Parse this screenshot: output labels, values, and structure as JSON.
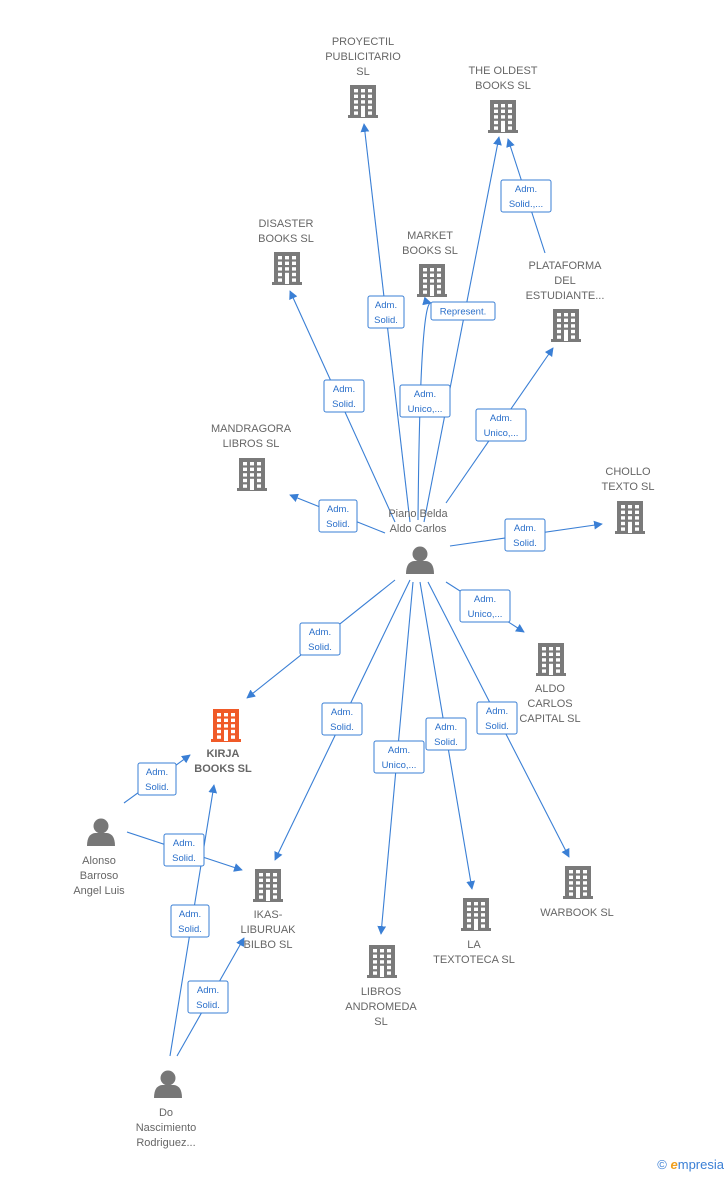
{
  "colors": {
    "company": "#7a7a7a",
    "focus": "#f05a28",
    "person": "#777777",
    "edge": "#3a7fd5"
  },
  "nodes": [
    {
      "id": "proyectil",
      "kind": "company",
      "label": [
        "PROYECTIL",
        "PUBLICITARIO",
        "SL"
      ]
    },
    {
      "id": "oldest",
      "kind": "company",
      "label": [
        "THE OLDEST",
        "BOOKS  SL"
      ]
    },
    {
      "id": "disaster",
      "kind": "company",
      "label": [
        "DISASTER",
        "BOOKS  SL"
      ]
    },
    {
      "id": "market",
      "kind": "company",
      "label": [
        "MARKET",
        "BOOKS  SL"
      ]
    },
    {
      "id": "plataforma",
      "kind": "company",
      "label": [
        "PLATAFORMA",
        "DEL",
        "ESTUDIANTE..."
      ]
    },
    {
      "id": "mandragora",
      "kind": "company",
      "label": [
        "MANDRAGORA",
        "LIBROS  SL"
      ]
    },
    {
      "id": "chollo",
      "kind": "company",
      "label": [
        "CHOLLO",
        "TEXTO  SL"
      ]
    },
    {
      "id": "piano",
      "kind": "person",
      "label": [
        "Piano Belda",
        "Aldo Carlos"
      ]
    },
    {
      "id": "aldo",
      "kind": "company",
      "label": [
        "ALDO",
        "CARLOS",
        "CAPITAL  SL"
      ]
    },
    {
      "id": "kirja",
      "kind": "focus",
      "label": [
        "KIRJA",
        "BOOKS  SL"
      ]
    },
    {
      "id": "alonso",
      "kind": "person",
      "label": [
        "Alonso",
        "Barroso",
        "Angel Luis"
      ]
    },
    {
      "id": "ikas",
      "kind": "company",
      "label": [
        "IKAS-",
        "LIBURUAK",
        "BILBO  SL"
      ]
    },
    {
      "id": "warbook",
      "kind": "company",
      "label": [
        "WARBOOK  SL"
      ]
    },
    {
      "id": "textoteca",
      "kind": "company",
      "label": [
        "LA",
        "TEXTOTECA  SL"
      ]
    },
    {
      "id": "andromeda",
      "kind": "company",
      "label": [
        "LIBROS",
        "ANDROMEDA",
        "SL"
      ]
    },
    {
      "id": "nascimiento",
      "kind": "person",
      "label": [
        "Do",
        "Nascimiento",
        "Rodriguez..."
      ]
    }
  ],
  "edges": [
    {
      "from": "piano",
      "to": "proyectil",
      "label": [
        "Adm.",
        "Solid."
      ]
    },
    {
      "from": "plataforma",
      "to": "oldest",
      "label": [
        "Adm.",
        "Solid.,..."
      ]
    },
    {
      "from": "piano",
      "to": "oldest",
      "label": [
        "Adm.",
        "Unico,..."
      ]
    },
    {
      "from": "piano",
      "to": "market",
      "label": [
        "Represent."
      ]
    },
    {
      "from": "piano",
      "to": "disaster",
      "label": [
        "Adm.",
        "Solid."
      ]
    },
    {
      "from": "piano",
      "to": "plataforma",
      "label": [
        "Adm.",
        "Unico,..."
      ]
    },
    {
      "from": "piano",
      "to": "mandragora",
      "label": [
        "Adm.",
        "Solid."
      ]
    },
    {
      "from": "piano",
      "to": "chollo",
      "label": [
        "Adm.",
        "Solid."
      ]
    },
    {
      "from": "piano",
      "to": "aldo",
      "label": [
        "Adm.",
        "Unico,..."
      ]
    },
    {
      "from": "piano",
      "to": "kirja",
      "label": [
        "Adm.",
        "Solid."
      ]
    },
    {
      "from": "piano",
      "to": "ikas",
      "label": [
        "Adm.",
        "Solid."
      ]
    },
    {
      "from": "piano",
      "to": "andromeda",
      "label": [
        "Adm.",
        "Unico,..."
      ]
    },
    {
      "from": "piano",
      "to": "textoteca",
      "label": [
        "Adm.",
        "Solid."
      ]
    },
    {
      "from": "piano",
      "to": "warbook",
      "label": [
        "Adm.",
        "Solid."
      ]
    },
    {
      "from": "alonso",
      "to": "kirja",
      "label": [
        "Adm.",
        "Solid."
      ]
    },
    {
      "from": "alonso",
      "to": "ikas",
      "label": [
        "Adm.",
        "Solid."
      ]
    },
    {
      "from": "nascimiento",
      "to": "kirja",
      "label": [
        "Adm.",
        "Solid."
      ]
    },
    {
      "from": "nascimiento",
      "to": "ikas",
      "label": [
        "Adm.",
        "Solid."
      ]
    }
  ],
  "footer": {
    "copyright": "©",
    "brand_initial": "e",
    "brand_rest": "mpresia"
  }
}
